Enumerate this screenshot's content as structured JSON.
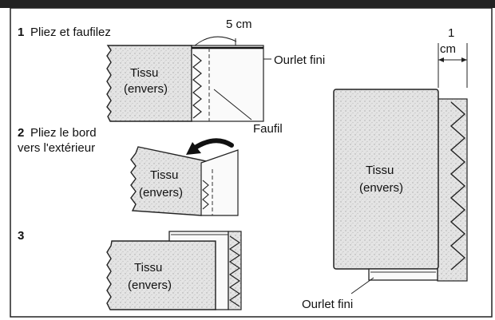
{
  "step1": {
    "number": "1",
    "text": "Pliez et faufilez"
  },
  "step2": {
    "number": "2",
    "line1": "Pliez le bord",
    "line2": "vers l'extérieur"
  },
  "step3": {
    "number": "3"
  },
  "fabric": {
    "line1": "Tissu",
    "line2": "(envers)"
  },
  "labels": {
    "measure_5cm": "5 cm",
    "ourlet_fini": "Ourlet fini",
    "faufil": "Faufil",
    "measure_1": "1",
    "measure_cm": "cm"
  }
}
